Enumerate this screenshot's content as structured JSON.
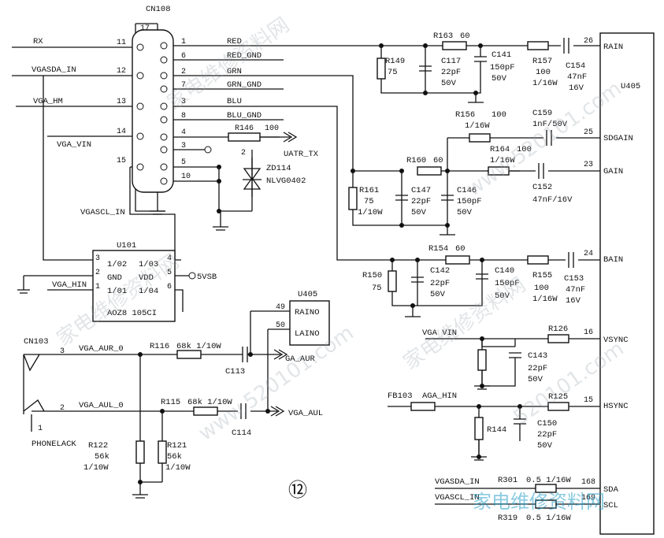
{
  "connector": {
    "ref": "CN108",
    "pin17": "17",
    "left_pins": [
      "11",
      "12",
      "13",
      "14",
      "15"
    ],
    "right_pins": [
      "1",
      "6",
      "2",
      "7",
      "3",
      "8",
      "4",
      "3",
      "5",
      "10"
    ],
    "signals": [
      "RED",
      "RED_GND",
      "GRN",
      "GRN_GND",
      "BLU",
      "BLU_GND"
    ]
  },
  "nets": {
    "rx": "RX",
    "vgasda_in": "VGASDA_IN",
    "vga_hm": "VGA_HM",
    "vga_vin": "VGA_VIN",
    "vgascl_in": "VGASCL_IN",
    "vga_hin": "VGA_HIN",
    "uatr_tx": "UATR_TX",
    "five_vsb": "5VSB",
    "ga_aur": "GA_AUR",
    "vga_aul": "VGA_AUL",
    "vga_aur_0": "VGA_AUR_0",
    "vga_aul_0": "VGA_AUL_0",
    "vga_vin2": "VGA VIN",
    "fb103": "FB103",
    "aga_hin": "AGA_HIN",
    "vgasda_in2": "VGASDA_IN",
    "vgascl_in2": "VGASCL_IN",
    "phonelack": "PHONELACK"
  },
  "components": {
    "r146": "R146",
    "r146_v": "100",
    "zd114": "ZD114",
    "zd114_p": "NLVG0402",
    "zd_pin": "2",
    "r149": "R149",
    "r149_v": "75",
    "r163": "R163",
    "r163_v": "60",
    "c117": "C117",
    "c117_v": "22pF",
    "c117_u": "50V",
    "c141": "C141",
    "c141_v": "150pF",
    "c141_u": "50V",
    "r157": "R157",
    "r157_v": "100",
    "r157_u": "1/16W",
    "c154": "C154",
    "c154_v": "47nF",
    "c154_u": "16V",
    "r156": "R156",
    "r156_v": "100",
    "r156_u": "1/16W",
    "c159": "C159",
    "c159_v": "1nF/50V",
    "r164": "R164",
    "r164_v": "100",
    "r164_u": "1/16W",
    "r160": "R160",
    "r160_v": "60",
    "r161": "R161",
    "r161_v": "75",
    "r161_u": "1/10W",
    "c147": "C147",
    "c147_v": "22pF",
    "c147_u": "50V",
    "c146": "C146",
    "c146_v": "150pF",
    "c146_u": "50V",
    "c152": "C152",
    "c152_v": "47nF/16V",
    "r154": "R154",
    "r154_v": "60",
    "r150": "R150",
    "r150_v": "75",
    "c142": "C142",
    "c142_v": "22pF",
    "c142_u": "50V",
    "c140": "C140",
    "c140_v": "150pF",
    "c140_u": "50V",
    "r155": "R155",
    "r155_v": "100",
    "r155_u": "1/16W",
    "c153": "C153",
    "c153_v": "47nF",
    "c153_u": "16V",
    "r126": "R126",
    "c143": "C143",
    "c143_v": "22pF",
    "c143_u": "50V",
    "r125": "R125",
    "r144": "R144",
    "c150": "C150",
    "c150_v": "22pF",
    "c150_u": "50V",
    "r301": "R301",
    "r301_v": "0.5 1/16W",
    "r319": "R319",
    "r319_v": "0.5 1/16W",
    "r116": "R116",
    "r116_v": "68k 1/10W",
    "c113": "C113",
    "r115": "R115",
    "r115_v": "68k 1/10W",
    "c114": "C114",
    "r122": "R122",
    "r122_v": "56k",
    "r122_u": "1/10W",
    "r121": "R121",
    "r121_v": "56k",
    "r121_u": "1/10W",
    "cn103": "CN103",
    "cn103_p3": "3",
    "cn103_p2": "2",
    "cn103_p1": "1"
  },
  "u101": {
    "ref": "U101",
    "part": "AOZ8 105CI",
    "pin_labels": [
      "1/02",
      "GND",
      "1/01",
      "1/03",
      "VDD",
      "1/04"
    ],
    "pin_nums": [
      "3",
      "2",
      "1",
      "4",
      "5",
      "6"
    ]
  },
  "u405_main": {
    "ref": "U405",
    "pins": [
      {
        "num": "26",
        "name": "RAIN"
      },
      {
        "num": "25",
        "name": "SDGAIN"
      },
      {
        "num": "23",
        "name": "GAIN"
      },
      {
        "num": "24",
        "name": "BAIN"
      },
      {
        "num": "16",
        "name": "VSYNC"
      },
      {
        "num": "15",
        "name": "HSYNC"
      },
      {
        "num": "168",
        "name": "SDA"
      },
      {
        "num": "169",
        "name": "SCL"
      }
    ]
  },
  "u405_audio": {
    "ref": "U405",
    "pins": [
      {
        "num": "49",
        "name": "RAINO"
      },
      {
        "num": "50",
        "name": "LAINO"
      }
    ]
  },
  "figure_number": "⑫",
  "watermarks": [
    "家电维修资料网",
    "www.520101.com",
    "家电维修资料网",
    "www.520101.com",
    "家电维修资料网",
    "520101.com",
    "家电维修资料网"
  ]
}
